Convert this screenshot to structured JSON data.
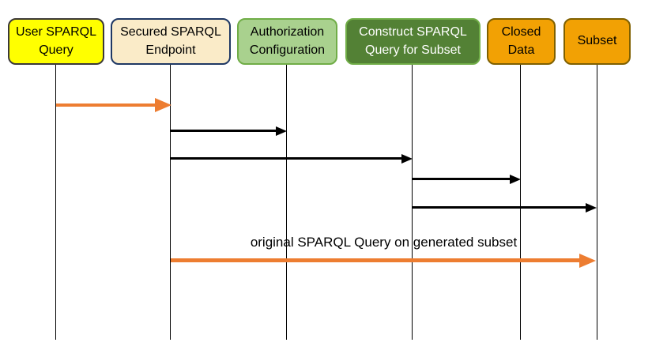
{
  "diagram": {
    "type": "sequence",
    "actors": [
      {
        "label": "User SPARQL Query",
        "fill": "#FFFF00",
        "border": "#3B3838",
        "text_color": "#000000"
      },
      {
        "label": "Secured SPARQL Endpoint",
        "fill": "#FAEBC8",
        "border": "#1F3864",
        "text_color": "#000000"
      },
      {
        "label": "Authorization Configuration",
        "fill": "#A9D18E",
        "border": "#70AD47",
        "text_color": "#000000"
      },
      {
        "label": "Construct SPARQL Query for Subset",
        "fill": "#538135",
        "border": "#70AD47",
        "text_color": "#FFFFFF"
      },
      {
        "label": "Closed Data",
        "fill": "#F2A104",
        "border": "#7F6000",
        "text_color": "#000000"
      },
      {
        "label": "Subset",
        "fill": "#F2A104",
        "border": "#7F6000",
        "text_color": "#000000"
      }
    ],
    "messages": [
      {
        "from": "User SPARQL Query",
        "to": "Secured SPARQL Endpoint",
        "label": "",
        "color": "#ED7D31"
      },
      {
        "from": "Secured SPARQL Endpoint",
        "to": "Authorization Configuration",
        "label": "",
        "color": "#000000"
      },
      {
        "from": "Secured SPARQL Endpoint",
        "to": "Construct SPARQL Query for Subset",
        "label": "",
        "color": "#000000"
      },
      {
        "from": "Construct SPARQL Query for Subset",
        "to": "Closed Data",
        "label": "",
        "color": "#000000"
      },
      {
        "from": "Construct SPARQL Query for Subset",
        "to": "Subset",
        "label": "",
        "color": "#000000"
      },
      {
        "from": "Secured SPARQL Endpoint",
        "to": "Subset",
        "label": "original SPARQL Query on generated subset",
        "color": "#ED7D31"
      }
    ],
    "colors": {
      "background": "#FFFFFF",
      "lifeline": "#000000",
      "arrow_black": "#000000",
      "arrow_orange": "#ED7D31"
    }
  }
}
